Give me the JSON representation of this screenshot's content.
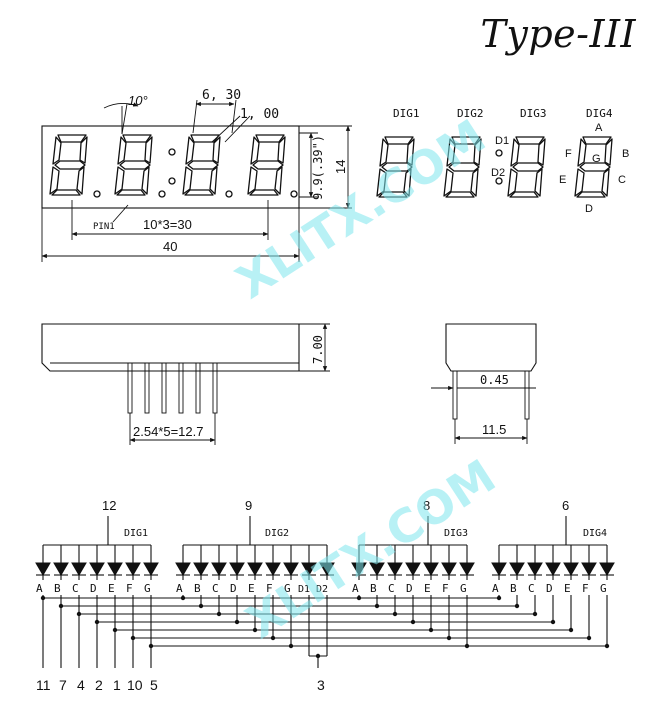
{
  "title": "Type-III",
  "watermark": "XLITX.COM",
  "dimensions": {
    "angle": "10°",
    "pitch": "6, 30",
    "dot": "1, 00",
    "digit_height": "9.9(.39\")",
    "height": "14",
    "pin1": "PIN1",
    "digit_span": "10*3=30",
    "width": "40",
    "body_height": "7.00",
    "pin_pitch": "2.54*5=12.7",
    "pin_thickness": "0.45",
    "depth": "11.5"
  },
  "segment_legend": {
    "digits": [
      "DIG1",
      "DIG2",
      "DIG3",
      "DIG4"
    ],
    "colon_top": "D1",
    "colon_bottom": "D2",
    "segments": [
      "A",
      "B",
      "C",
      "D",
      "E",
      "F",
      "G"
    ]
  },
  "schematic": {
    "groups": [
      {
        "label": "DIG1",
        "common_pin": "12",
        "segments": [
          "A",
          "B",
          "C",
          "D",
          "E",
          "F",
          "G"
        ]
      },
      {
        "label": "DIG2",
        "common_pin": "9",
        "segments": [
          "A",
          "B",
          "C",
          "D",
          "E",
          "F",
          "G",
          "D1",
          "D2"
        ]
      },
      {
        "label": "DIG3",
        "common_pin": "8",
        "segments": [
          "A",
          "B",
          "C",
          "D",
          "E",
          "F",
          "G"
        ]
      },
      {
        "label": "DIG4",
        "common_pin": "6",
        "segments": [
          "A",
          "B",
          "C",
          "D",
          "E",
          "F",
          "G"
        ]
      }
    ],
    "bottom_pins": [
      "11",
      "7",
      "4",
      "2",
      "1",
      "10",
      "5"
    ],
    "colon_pin": "3"
  },
  "colors": {
    "ink": "#111111",
    "watermark": "#7fe6ee"
  }
}
